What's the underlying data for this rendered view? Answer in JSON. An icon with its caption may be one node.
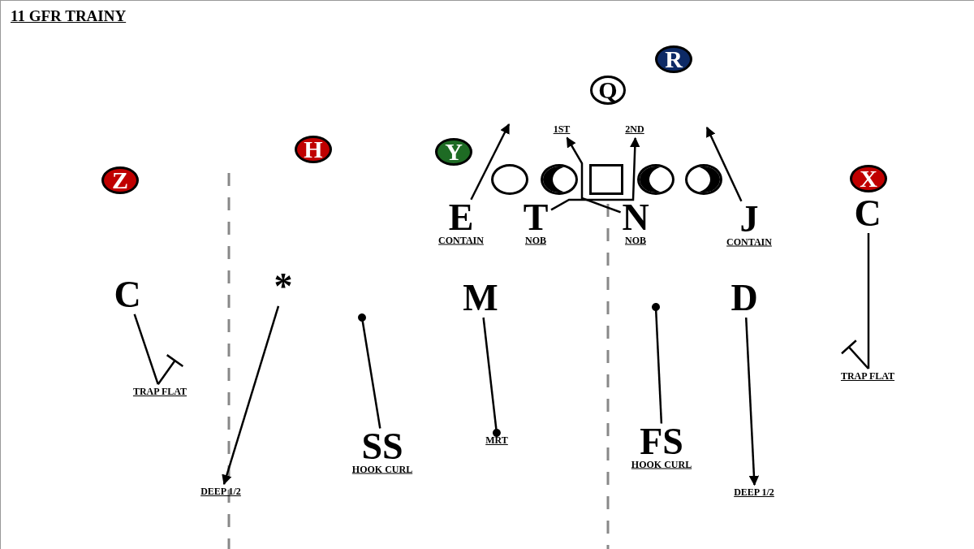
{
  "diagram": {
    "title": "11 GFR TRAINY",
    "nodes": [
      {
        "text": [
          "Z"
        ]
      },
      {
        "text": [
          "H"
        ]
      },
      {
        "text": [
          "Y"
        ]
      },
      {
        "text": [
          "Q"
        ]
      },
      {
        "text": [
          "R"
        ]
      },
      {
        "text": [
          "X"
        ]
      },
      {
        "text": [],
        "shape": "circle"
      },
      {
        "text": [],
        "shape": "circle"
      },
      {
        "text": [],
        "shape": "box"
      },
      {
        "text": [],
        "shape": "circle"
      },
      {
        "text": [],
        "shape": "circle"
      },
      {
        "text": [
          "E"
        ],
        "beside": [
          "CONTAIN"
        ]
      },
      {
        "text": [
          "T"
        ],
        "beside": [
          "NOB"
        ]
      },
      {
        "text": [
          "N"
        ],
        "beside": [
          "NOB"
        ]
      },
      {
        "text": [
          "J"
        ],
        "beside": [
          "CONTAIN"
        ]
      },
      {
        "text": [
          "C"
        ]
      },
      {
        "text": [
          "1ST"
        ]
      },
      {
        "text": [
          "2ND"
        ]
      },
      {
        "text": [
          "C"
        ]
      },
      {
        "text": [
          "*"
        ]
      },
      {
        "text": [
          "M"
        ]
      },
      {
        "text": [
          "D"
        ]
      },
      {
        "text": [
          "TRAP FLAT"
        ]
      },
      {
        "text": [
          "TRAP FLAT"
        ]
      },
      {
        "text": [
          "SS"
        ],
        "beside": [
          "HOOK CURL"
        ]
      },
      {
        "text": [
          "MRT"
        ]
      },
      {
        "text": [
          "FS"
        ],
        "beside": [
          "HOOK CURL"
        ]
      },
      {
        "text": [
          "DEEP 1/2"
        ]
      },
      {
        "text": [
          "DEEP 1/2"
        ]
      }
    ],
    "edges": [
      {
        "from": 11,
        "to": null,
        "arrow": "to"
      },
      {
        "from": 12,
        "to": 17,
        "arrow": "to"
      },
      {
        "from": 13,
        "to": 16,
        "arrow": "to"
      },
      {
        "from": 14,
        "to": null,
        "arrow": "to"
      },
      {
        "from": 15,
        "to": 23,
        "arrow": "other"
      },
      {
        "from": 18,
        "to": 22,
        "arrow": "other"
      },
      {
        "from": 19,
        "to": 27,
        "arrow": "to"
      },
      {
        "from": 24,
        "to": null,
        "arrow": "other"
      },
      {
        "from": 20,
        "to": 25,
        "arrow": "other"
      },
      {
        "from": 26,
        "to": null,
        "arrow": "other"
      },
      {
        "from": 21,
        "to": 28,
        "arrow": "to"
      }
    ]
  }
}
